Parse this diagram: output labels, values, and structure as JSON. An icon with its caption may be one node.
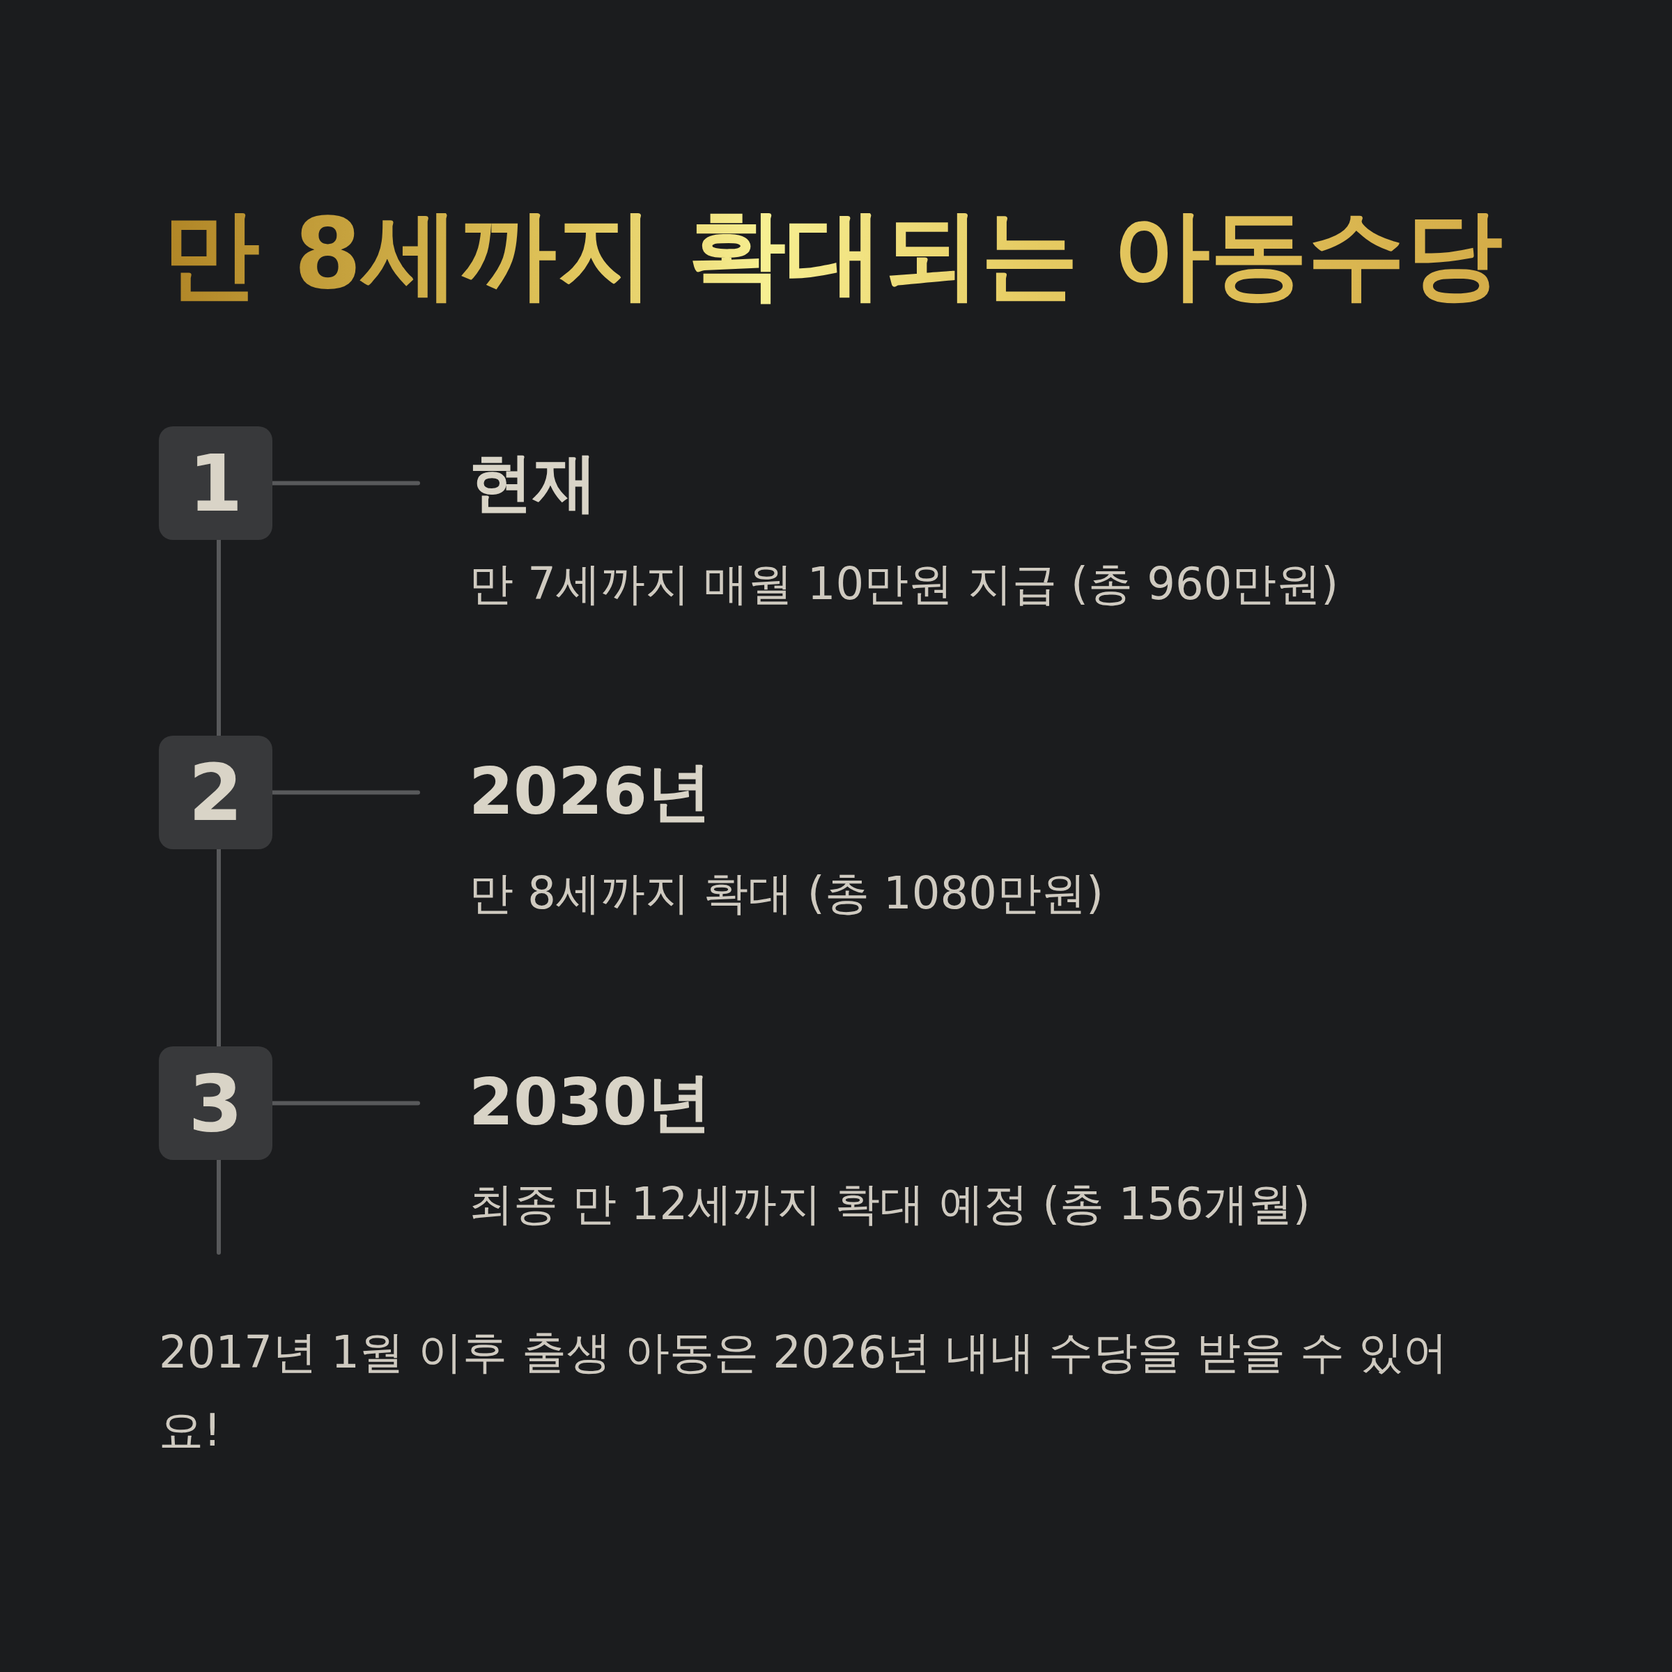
{
  "diagram": {
    "title": "만 8세까지 확대되는 아동수당",
    "nodes": [
      {
        "text": [
          "1"
        ]
      },
      {
        "text": [
          "현재",
          "만 7세까지 매월 10만원 지급 (총 960만원)"
        ]
      },
      {
        "text": [
          "2"
        ]
      },
      {
        "text": [
          "2026년",
          "만 8세까지 확대 (총 1080만원)"
        ]
      },
      {
        "text": [
          "3"
        ]
      },
      {
        "text": [
          "2030년",
          "최종 만 12세까지 확대 예정 (총 156개월)"
        ]
      }
    ],
    "edges": [
      {
        "from": 0,
        "to": 1,
        "arrow": "none"
      },
      {
        "from": 2,
        "to": 3,
        "arrow": "none"
      },
      {
        "from": 4,
        "to": 5,
        "arrow": "none"
      },
      {
        "from": 0,
        "to": 2,
        "arrow": "none"
      },
      {
        "from": 2,
        "to": 4,
        "arrow": "none"
      },
      {
        "from": 4,
        "to": null,
        "arrow": "none"
      }
    ],
    "labels": [
      "2017년 1월 이후 출생 아동은 2026년 내내 수당을 받을 수 있어요!"
    ]
  }
}
